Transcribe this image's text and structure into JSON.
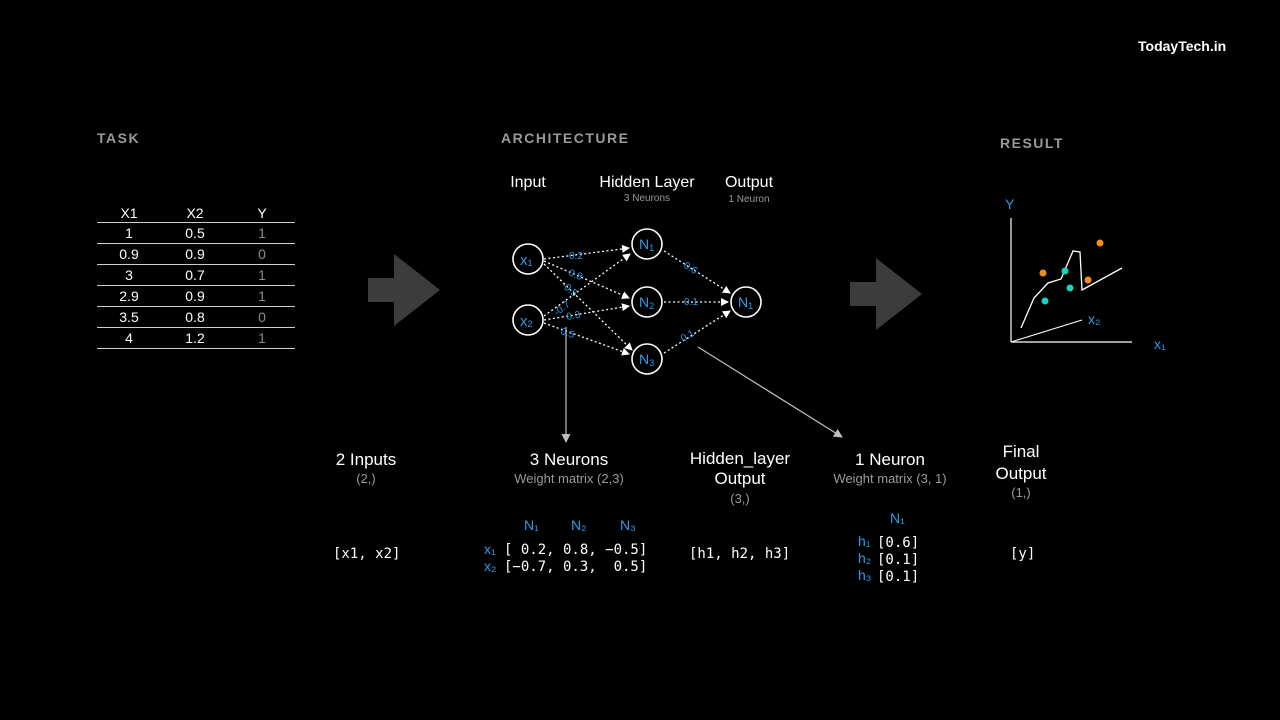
{
  "brand": "TodayTech.in",
  "sections": {
    "task": "TASK",
    "architecture": "ARCHITECTURE",
    "result": "RESULT"
  },
  "table": {
    "headers": [
      "X1",
      "X2",
      "Y"
    ],
    "rows": [
      [
        "1",
        "0.5",
        "1"
      ],
      [
        "0.9",
        "0.9",
        "0"
      ],
      [
        "3",
        "0.7",
        "1"
      ],
      [
        "2.9",
        "0.9",
        "1"
      ],
      [
        "3.5",
        "0.8",
        "0"
      ],
      [
        "4",
        "1.2",
        "1"
      ]
    ]
  },
  "architecture": {
    "input": {
      "title": "Input"
    },
    "hidden": {
      "title": "Hidden Layer",
      "sub": "3 Neurons"
    },
    "output": {
      "title": "Output",
      "sub": "1 Neuron"
    },
    "nodes": {
      "x1": {
        "main": "x",
        "sub": "1"
      },
      "x2": {
        "main": "x",
        "sub": "2"
      },
      "n1": {
        "main": "N",
        "sub": "1"
      },
      "n2": {
        "main": "N",
        "sub": "2"
      },
      "n3": {
        "main": "N",
        "sub": "3"
      },
      "out": {
        "main": "N",
        "sub": "1"
      }
    },
    "weights_in": {
      "x1n1": "0.2",
      "x1n2": "0.8",
      "x1n3": "-0.5",
      "x2n1": "-0.7",
      "x2n2": "0.3",
      "x2n3": "0.5"
    },
    "weights_out": {
      "n1": "0.6",
      "n2": "0.1",
      "n3": "0.1"
    }
  },
  "result": {
    "y_axis": "Y",
    "x_axis": "x₁",
    "boundary": "x₂"
  },
  "bottom": {
    "inputs": {
      "title": "2 Inputs",
      "shape": "(2,)",
      "vector": "[x1, x2]"
    },
    "hidden": {
      "title": "3 Neurons",
      "sub": "Weight matrix (2,3)",
      "cols": [
        "N₁",
        "N₂",
        "N₃"
      ],
      "rows": [
        {
          "label": "x₁",
          "values": "[ 0.2, 0.8, −0.5]"
        },
        {
          "label": "x₂",
          "values": "[−0.7, 0.3,  0.5]"
        }
      ]
    },
    "hidden_output": {
      "title_line1": "Hidden_layer",
      "title_line2": "Output",
      "shape": "(3,)",
      "vector": "[h1, h2, h3]"
    },
    "output_neuron": {
      "title": "1 Neuron",
      "sub": "Weight matrix (3, 1)",
      "col": "N₁",
      "rows": [
        {
          "label": "h₁",
          "value": "[0.6]"
        },
        {
          "label": "h₂",
          "value": "[0.1]"
        },
        {
          "label": "h₃",
          "value": "[0.1]"
        }
      ]
    },
    "final": {
      "title_line1": "Final",
      "title_line2": "Output",
      "shape": "(1,)",
      "vector": "[y]"
    }
  },
  "colors": {
    "accent": "#2f9be8",
    "orange": "#f28c1f",
    "teal": "#19d2c0",
    "muted": "#9a9a9a",
    "arrow": "#3c3c3c"
  }
}
